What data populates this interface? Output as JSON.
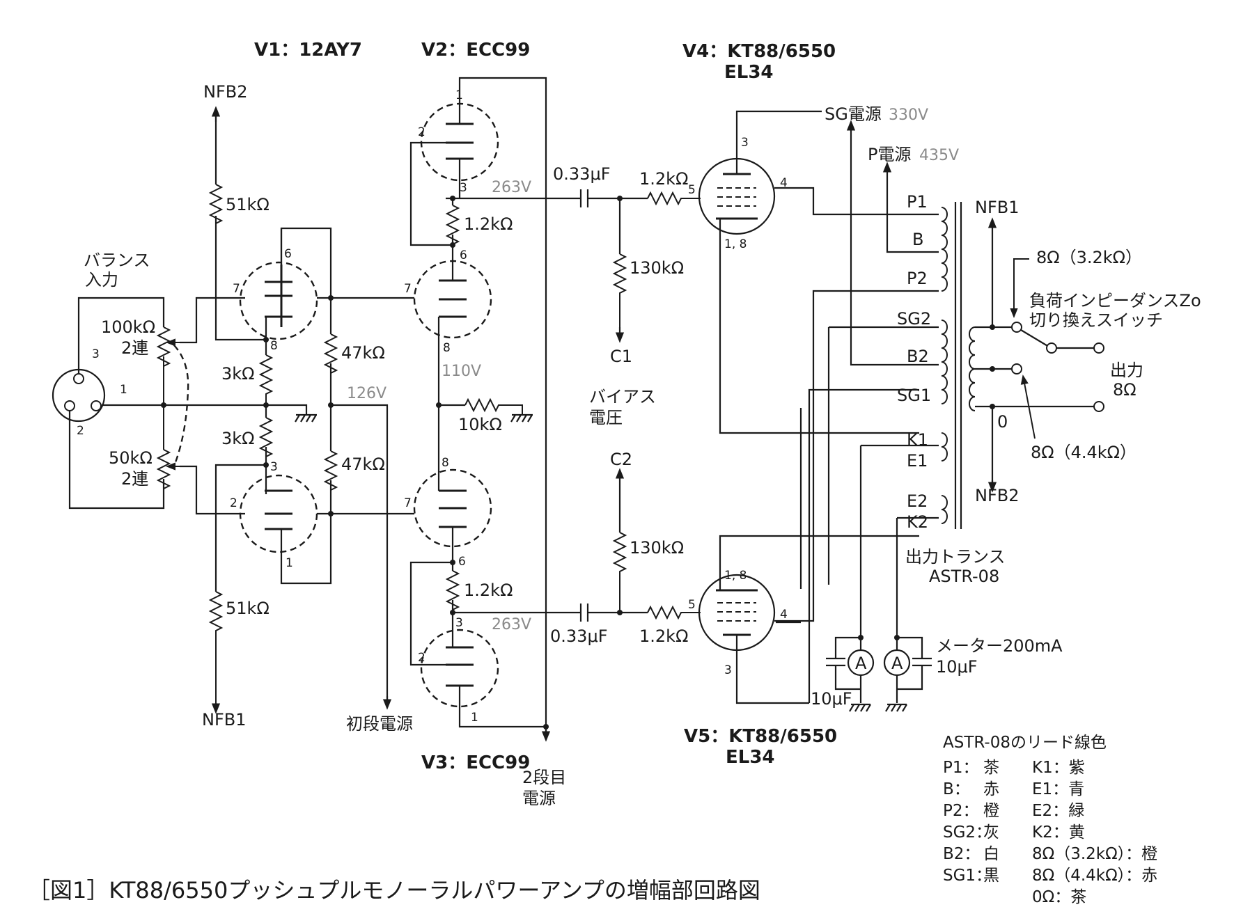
{
  "tubes": {
    "v1": "V1：12AY7",
    "v2": "V2：ECC99",
    "v3": "V3：ECC99",
    "v4_a": "V4：KT88/6550",
    "v4_b": "EL34",
    "v5_a": "V5：KT88/6550",
    "v5_b": "EL34"
  },
  "components": {
    "r_51k_top": "51kΩ",
    "r_51k_bot": "51kΩ",
    "r_3k_top": "3kΩ",
    "r_3k_bot": "3kΩ",
    "r_47k_top": "47kΩ",
    "r_47k_bot": "47kΩ",
    "r_12k_v2": "1.2kΩ",
    "r_12k_v3": "1.2kΩ",
    "r_10k": "10kΩ",
    "c_033_top": "0.33μF",
    "c_033_bot": "0.33μF",
    "r_12k_g4": "1.2kΩ",
    "r_12k_g5": "1.2kΩ",
    "r_130k_top": "130kΩ",
    "r_130k_bot": "130kΩ",
    "pot_100k": "100kΩ",
    "pot_100k_gang": "2連",
    "pot_50k": "50kΩ",
    "pot_50k_gang": "2連",
    "c_10u_left": "10μF",
    "c_10u_right": "10μF"
  },
  "voltages": {
    "v_263_top": "263V",
    "v_263_bot": "263V",
    "v_110": "110V",
    "v_126": "126V",
    "sg_supply_v": "330V",
    "p_supply_v": "435V"
  },
  "labels": {
    "nfb2_top": "NFB2",
    "nfb1_bottom": "NFB1",
    "nfb1_right": "NFB1",
    "nfb2_right": "NFB2",
    "balance_input_1": "バランス",
    "balance_input_2": "入力",
    "first_stage_supply": "初段電源",
    "second_stage_supply_1": "2段目",
    "second_stage_supply_2": "電源",
    "c1": "C1",
    "c2": "C2",
    "bias_1": "バイアス",
    "bias_2": "電圧",
    "sg_supply": "SG電源",
    "p_supply": "P電源",
    "meter": "メーター200mA",
    "otrans_1": "出力トランス",
    "otrans_2": "ASTR-08",
    "tap_8_32": "8Ω（3.2kΩ）",
    "tap_8_44": "8Ω（4.4kΩ）",
    "tap_0": "0",
    "switch_1": "負荷インピーダンスZo",
    "switch_2": "切り換えスイッチ",
    "output_1": "出力",
    "output_2": "8Ω",
    "t_p1": "P1",
    "t_b": "B",
    "t_p2": "P2",
    "t_sg2": "SG2",
    "t_b2": "B2",
    "t_sg1": "SG1",
    "t_k1": "K1",
    "t_e1": "E1",
    "t_e2": "E2",
    "t_k2": "K2",
    "meter_a1": "A",
    "meter_a2": "A"
  },
  "pins": {
    "v1_6": "6",
    "v1_7": "7",
    "v1_8": "8",
    "v1_3": "3",
    "v1_2": "2",
    "v1_1": "1",
    "v2_1": "1",
    "v2_2": "2",
    "v2_3": "3",
    "v2_6": "6",
    "v2_7": "7",
    "v2_8": "8",
    "v3_8": "8",
    "v3_7": "7",
    "v3_6": "6",
    "v3_3": "3",
    "v3_2": "2",
    "v3_1": "1",
    "v4_3": "3",
    "v4_5": "5",
    "v4_4": "4",
    "v4_18": "1, 8",
    "v5_18": "1, 8",
    "v5_5": "5",
    "v5_4": "4",
    "v5_3": "3",
    "xlr_3": "3",
    "xlr_1": "1",
    "xlr_2": "2"
  },
  "legend": {
    "title": "ASTR-08のリード線色",
    "rows": [
      [
        "P1：",
        "茶",
        "K1：紫"
      ],
      [
        "B：",
        "赤",
        "E1：青"
      ],
      [
        "P2：",
        "橙",
        "E2：緑"
      ],
      [
        "SG2：",
        "灰",
        "K2：黄"
      ],
      [
        "B2：",
        "白",
        "8Ω（3.2kΩ）：橙"
      ],
      [
        "SG1：",
        "黒",
        "8Ω（4.4kΩ）：赤"
      ],
      [
        "",
        "",
        "0Ω：茶"
      ]
    ]
  },
  "caption": "［図1］KT88/6550プッシュプルモノーラルパワーアンプの増幅部回路図"
}
